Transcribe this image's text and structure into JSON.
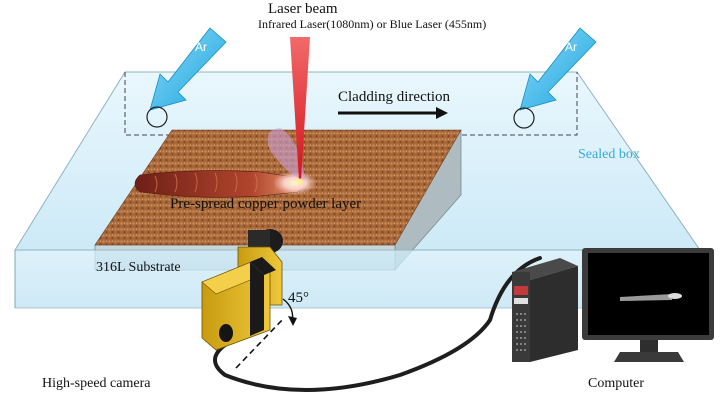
{
  "labels": {
    "laser_title": "Laser beam",
    "laser_sub": "Infrared Laser(1080nm) or Blue Laser (455nm)",
    "gas_left": "Ar",
    "gas_right": "Ar",
    "cladding": "Cladding direction",
    "sealed": "Sealed box",
    "powder": "Pre-spread copper powder layer",
    "substrate": "316L Substrate",
    "angle": "45°",
    "camera": "High-speed camera",
    "computer": "Computer"
  },
  "colors": {
    "box_glass": "#d6f0fb",
    "box_edge": "#7fa7b6",
    "argon": "#3ab8ea",
    "laser": "#e0202a",
    "powder": "#a8683a",
    "track": "#8a2a1e",
    "substrate": "#c8d6dc",
    "camera": "#e2b81e",
    "sealed_label": "#38a8d8"
  }
}
